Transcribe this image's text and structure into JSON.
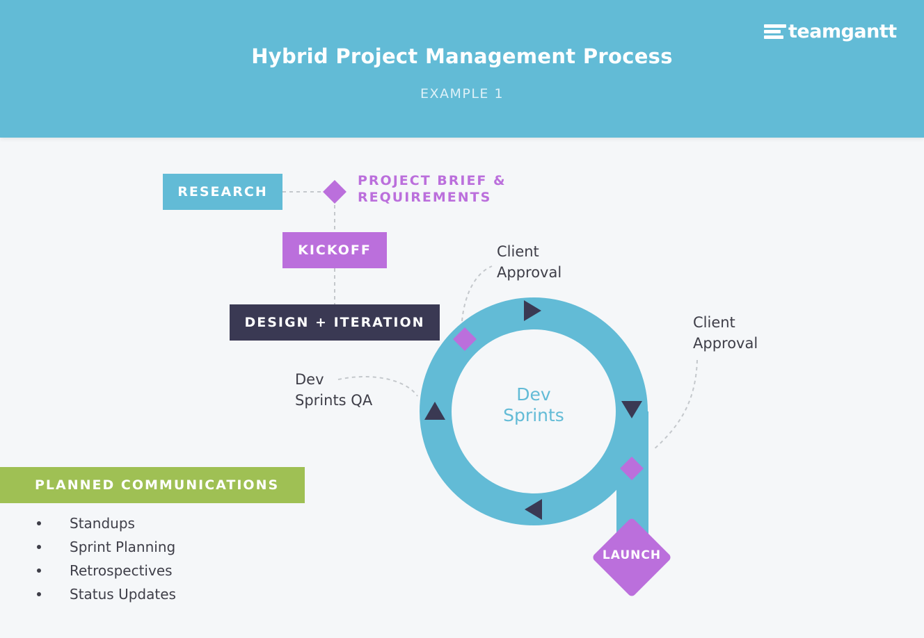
{
  "header": {
    "title": "Hybrid Project Management Process",
    "subtitle": "EXAMPLE 1",
    "logo_text": "teamgantt"
  },
  "phases": {
    "research": "RESEARCH",
    "kickoff": "KICKOFF",
    "design": "DESIGN + ITERATION"
  },
  "milestone": {
    "line1": "PROJECT BRIEF &",
    "line2": "REQUIREMENTS"
  },
  "cycle": {
    "center_line1": "Dev",
    "center_line2": "Sprints",
    "approval_top_line1": "Client",
    "approval_top_line2": "Approval",
    "approval_right_line1": "Client",
    "approval_right_line2": "Approval",
    "qa_line1": "Dev",
    "qa_line2": "Sprints QA",
    "launch": "LAUNCH"
  },
  "communications": {
    "heading": "PLANNED COMMUNICATIONS",
    "items": [
      "Standups",
      "Sprint Planning",
      "Retrospectives",
      "Status Updates"
    ]
  },
  "colors": {
    "header_bg": "#62bbd6",
    "purple": "#bb6fdc",
    "navy": "#3a3953",
    "green": "#9fc054",
    "blue": "#62bbd6"
  }
}
